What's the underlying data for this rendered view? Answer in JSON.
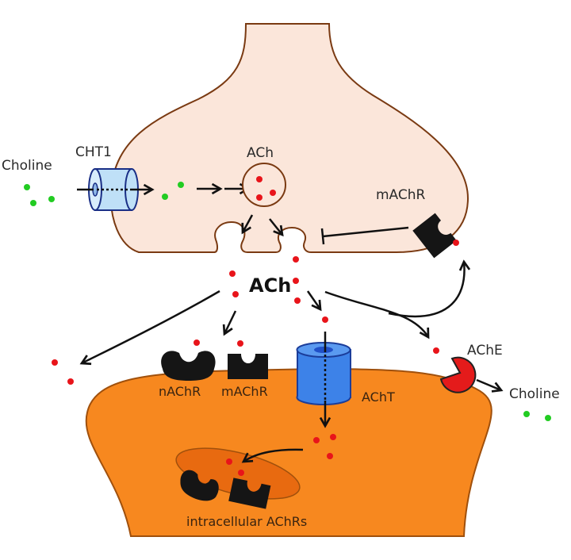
{
  "title": "Acetylcholine synapse: release, reception, uptake and degradation",
  "colors": {
    "presynaptic_fill": "#fbe6da",
    "presynaptic_stroke": "#7a3a12",
    "postsynaptic_fill": "#f7881f",
    "postsynaptic_stroke": "#a0500c",
    "organelle_fill": "#e86a10",
    "ach_dot": "#e8141a",
    "choline_dot": "#22cc22",
    "cht1_fill": "#bfe0f7",
    "cht1_stroke": "#1a2f86",
    "acht_fill": "#3d82e8",
    "acht_stroke": "#1b3d9a",
    "ache_fill": "#e41b1b",
    "receptor_fill": "#151515",
    "arrow": "#111111"
  },
  "labels": {
    "choline_left": "Choline",
    "cht1": "CHT1",
    "ach_vesicle": "ACh",
    "machr_presynaptic": "mAChR",
    "ach_cleft": "ACh",
    "nachr": "nAChR",
    "machr_postsynaptic": "mAChR",
    "acht": "AChT",
    "ache": "AChE",
    "choline_right": "Choline",
    "intracellular": "intracellular AChRs"
  },
  "components": [
    {
      "id": "presynaptic-terminal",
      "label": "presynaptic terminal"
    },
    {
      "id": "postsynaptic-cell",
      "label": "postsynaptic cell"
    },
    {
      "id": "cht1-transporter",
      "label": "CHT1"
    },
    {
      "id": "ach-vesicle",
      "label": "ACh"
    },
    {
      "id": "presynaptic-machr",
      "label": "mAChR"
    },
    {
      "id": "nachr-receptor",
      "label": "nAChR"
    },
    {
      "id": "postsynaptic-machr",
      "label": "mAChR"
    },
    {
      "id": "acht-transporter",
      "label": "AChT"
    },
    {
      "id": "ache-enzyme",
      "label": "AChE"
    },
    {
      "id": "intracellular-achrs",
      "label": "intracellular AChRs"
    }
  ],
  "flows": [
    {
      "from": "Choline",
      "to": "CHT1",
      "type": "arrow"
    },
    {
      "from": "CHT1",
      "to": "ACh vesicle",
      "type": "arrow"
    },
    {
      "from": "ACh vesicle",
      "to": "release sites",
      "type": "arrow"
    },
    {
      "from": "mAChR (presynaptic)",
      "to": "release",
      "type": "inhibition"
    },
    {
      "from": "ACh (cleft)",
      "to": "nAChR / mAChR",
      "type": "arrow"
    },
    {
      "from": "ACh (cleft)",
      "to": "AChT",
      "type": "arrow"
    },
    {
      "from": "ACh (cleft)",
      "to": "diffusion away",
      "type": "arrow"
    },
    {
      "from": "ACh (cleft)",
      "to": "AChE",
      "type": "arrow"
    },
    {
      "from": "ACh (cleft)",
      "to": "mAChR (presynaptic)",
      "type": "arrow"
    },
    {
      "from": "AChE",
      "to": "Choline",
      "type": "arrow"
    },
    {
      "from": "AChT",
      "to": "intracellular ACh",
      "type": "arrow"
    },
    {
      "from": "intracellular ACh",
      "to": "intracellular AChRs",
      "type": "arrow"
    }
  ]
}
